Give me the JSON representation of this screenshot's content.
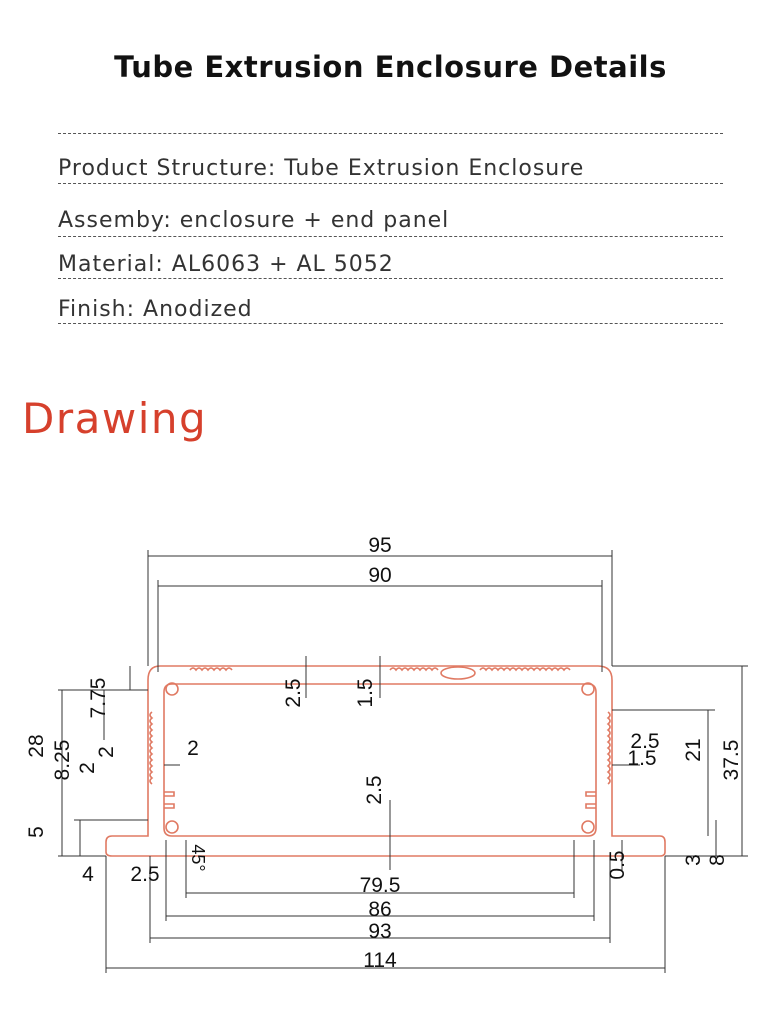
{
  "title": "Tube Extrusion Enclosure Details",
  "specs": [
    {
      "label": "Product Structure:",
      "value": "Tube Extrusion Enclosure"
    },
    {
      "label": "Assemby:",
      "value": "enclosure + end panel"
    },
    {
      "label": "Material:",
      "value": "AL6063 + AL 5052"
    },
    {
      "label": "Finish:",
      "value": "Anodized"
    }
  ],
  "section_heading": "Drawing",
  "drawing": {
    "profile_color": "#e07a63",
    "dimensions": {
      "d95": "95",
      "d90": "90",
      "d79_5": "79.5",
      "d86": "86",
      "d93": "93",
      "d114": "114",
      "d2_5_top": "2.5",
      "d1_5_top": "1.5",
      "d2_5_center": "2.5",
      "d7_75": "7.75",
      "d28": "28",
      "d8_25": "8.25",
      "d2_a": "2",
      "d2_b": "2",
      "d2_wall": "2",
      "d5": "5",
      "d4": "4",
      "d2_5_bottom": "2.5",
      "d45": "45°",
      "d2_5_right": "2.5",
      "d1_5_right": "1.5",
      "d21": "21",
      "d37_5": "37.5",
      "d0_5": "0.5",
      "d3": "3",
      "d8": "8"
    }
  }
}
